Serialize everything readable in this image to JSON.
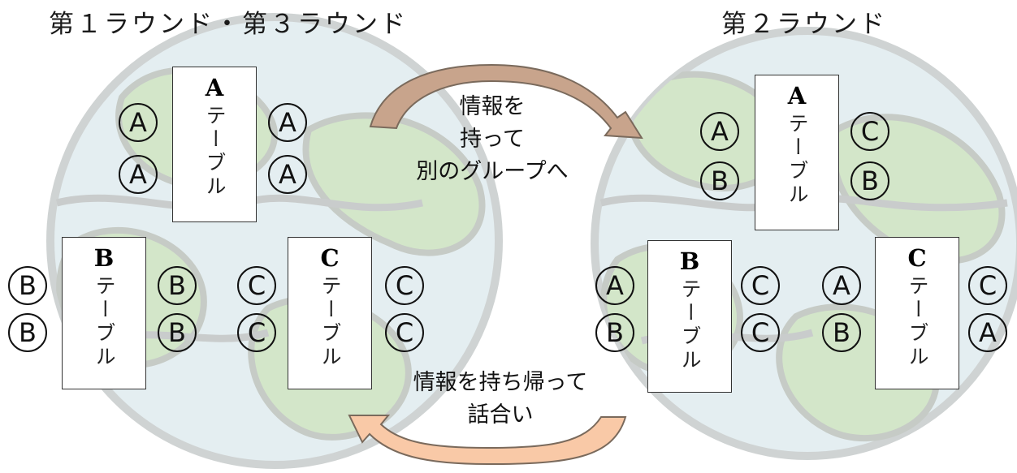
{
  "rounds": {
    "left_title": "第１ラウンド・第３ラウンド",
    "right_title": "第２ラウンド"
  },
  "table_word": "テーブル",
  "left_tables": [
    {
      "letter": "A",
      "seats_left": [
        "Ⓐ",
        "Ⓐ"
      ],
      "seats_right": [
        "Ⓐ",
        "Ⓐ"
      ]
    },
    {
      "letter": "B",
      "seats_left": [
        "Ⓑ",
        "Ⓑ"
      ],
      "seats_right": [
        "Ⓑ",
        "Ⓑ"
      ]
    },
    {
      "letter": "C",
      "seats_left": [
        "Ⓒ",
        "Ⓒ"
      ],
      "seats_right": [
        "Ⓒ",
        "Ⓒ"
      ]
    }
  ],
  "right_tables": [
    {
      "letter": "A",
      "seats_left": [
        "Ⓐ",
        "Ⓑ"
      ],
      "seats_right": [
        "Ⓒ",
        "Ⓑ"
      ]
    },
    {
      "letter": "B",
      "seats_left": [
        "Ⓐ",
        "Ⓑ"
      ],
      "seats_right": [
        "Ⓒ",
        "Ⓒ"
      ]
    },
    {
      "letter": "C",
      "seats_left": [
        "Ⓐ",
        "Ⓑ"
      ],
      "seats_right": [
        "Ⓒ",
        "Ⓐ"
      ]
    }
  ],
  "captions": {
    "top": [
      "情報を",
      "持って",
      "別のグループへ"
    ],
    "bottom": [
      "情報を持ち帰って",
      "話合い"
    ]
  },
  "colors": {
    "globe_water": "#e4eef1",
    "globe_land": "#d3e6c9",
    "globe_outline": "#c9cccc",
    "arrow_top": "#c8a48c",
    "arrow_bottom": "#f9c9a7"
  }
}
